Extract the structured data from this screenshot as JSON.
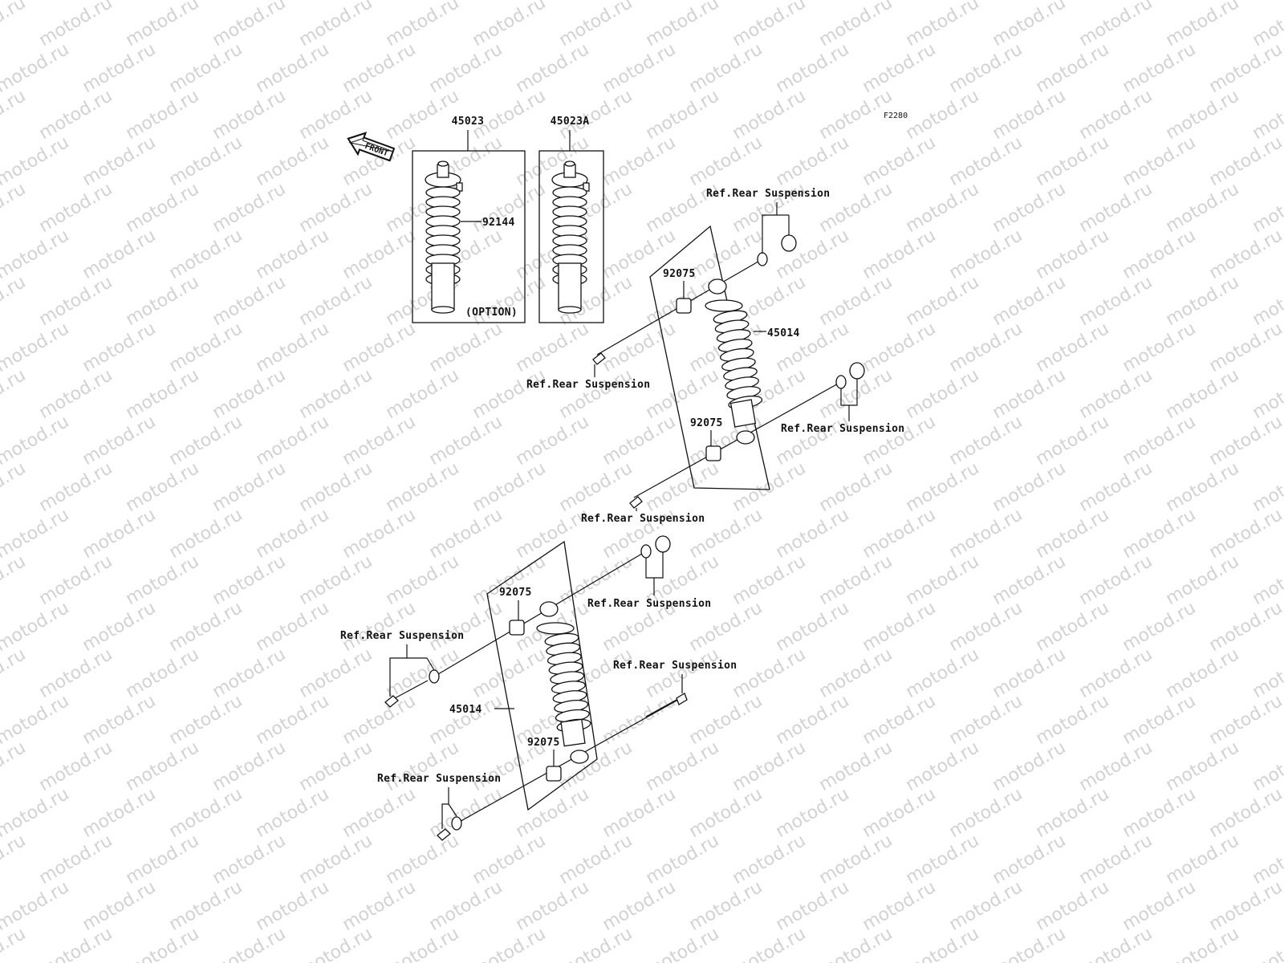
{
  "diagram_code": "F2280",
  "front_label": "FRONT",
  "watermark": "motod.ru",
  "kits": [
    {
      "part_no": "45023",
      "spring_part_no": "92144",
      "note": "(OPTION)"
    },
    {
      "part_no": "45023A"
    }
  ],
  "upper_shock": {
    "part_no": "45014",
    "collar_top": "92075",
    "collar_bottom": "92075",
    "ref_top_right": "Ref.Rear Suspension",
    "ref_top_left": "Ref.Rear Suspension",
    "ref_bottom_right": "Ref.Rear Suspension",
    "ref_bottom_left": "Ref.Rear Suspension"
  },
  "lower_shock": {
    "part_no": "45014",
    "collar_top": "92075",
    "collar_bottom": "92075",
    "ref_top_right": "Ref.Rear Suspension",
    "ref_top_left": "Ref.Rear Suspension",
    "ref_bottom_right": "Ref.Rear Suspension",
    "ref_bottom_left": "Ref.Rear Suspension"
  }
}
